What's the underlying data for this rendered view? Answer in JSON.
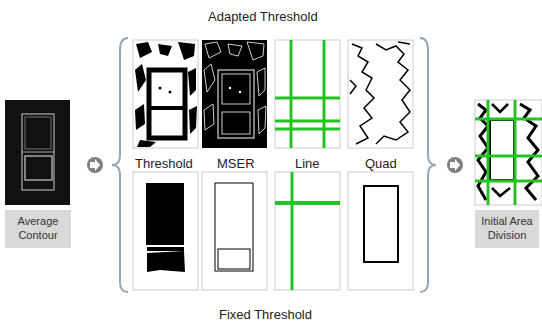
{
  "diagram": {
    "nodes": [
      {
        "text": [
          "Average Contour"
        ]
      },
      {
        "text": [
          "Initial Area Division"
        ]
      }
    ],
    "labels": [
      "Adapted Threshold",
      "Threshold",
      "MSER",
      "Line",
      "Quad",
      "Fixed Threshold"
    ]
  }
}
